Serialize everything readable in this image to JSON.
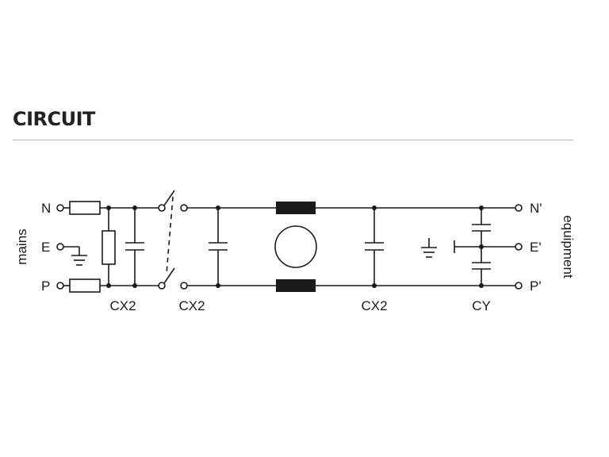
{
  "title": "CIRCUIT",
  "labels": {
    "left_side": "mains",
    "right_side": "equipment",
    "n_in": "N",
    "e_in": "E",
    "p_in": "P",
    "n_out": "N'",
    "e_out": "E'",
    "p_out": "P'"
  },
  "components": {
    "cap1": "CX2",
    "cap2": "CX2",
    "cap3": "CX2",
    "cap4": "CY"
  }
}
